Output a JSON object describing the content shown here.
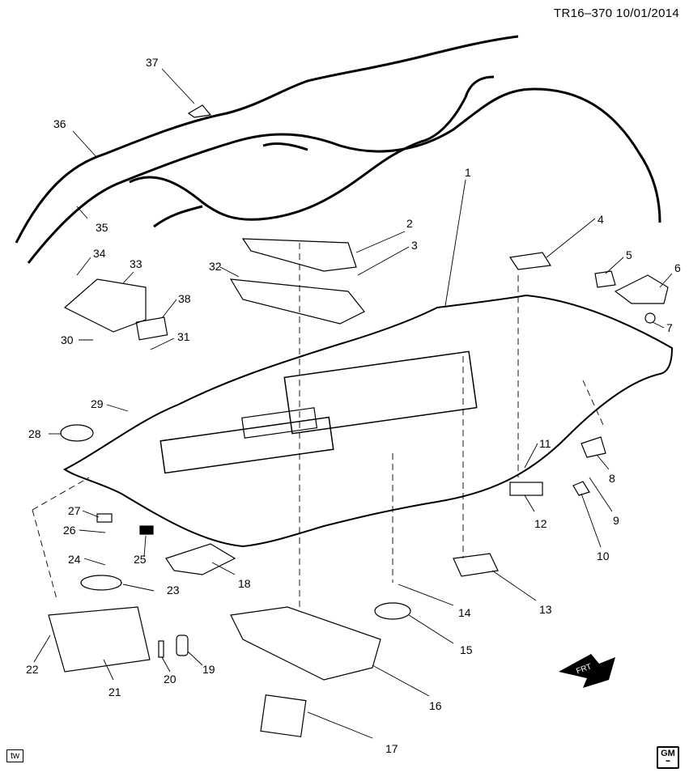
{
  "header": {
    "doc_id": "TR16–370",
    "date": "10/01/2014"
  },
  "footer": {
    "tw": "tw",
    "gm_badge": "GM"
  },
  "callouts": [
    "1",
    "2",
    "3",
    "4",
    "5",
    "6",
    "7",
    "8",
    "9",
    "10",
    "11",
    "12",
    "13",
    "14",
    "15",
    "16",
    "17",
    "18",
    "19",
    "20",
    "21",
    "22",
    "23",
    "24",
    "25",
    "26",
    "27",
    "28",
    "29",
    "30",
    "31",
    "32",
    "33",
    "34",
    "35",
    "36",
    "37",
    "38"
  ],
  "front_arrow": "FRT"
}
